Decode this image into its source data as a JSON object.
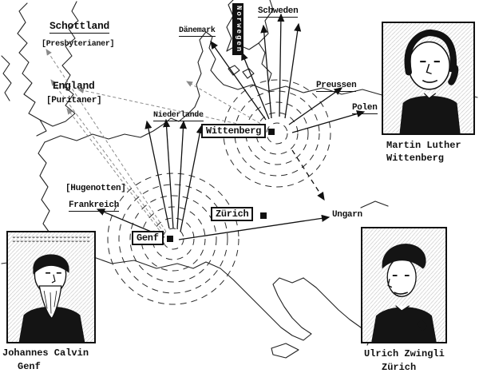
{
  "title": "Spread of the Reformation map",
  "labels": {
    "schottland": "Schottland",
    "presbyterianer": "[Presbyterianer]",
    "england": "England",
    "puritaner": "[Puritaner]",
    "daenemark": "Dänemark",
    "norwegen": "Norwegen",
    "schweden": "Schweden",
    "niederlande": "Niederlande",
    "preussen": "Preussen",
    "polen": "Polen",
    "hugenotten": "[Hugenotten]",
    "frankreich": "Frankreich",
    "ungarn": "Ungarn"
  },
  "centers": {
    "wittenberg": "Wittenberg",
    "zuerich": "Zürich",
    "genf": "Genf"
  },
  "portraits": {
    "luther": {
      "name": "Martin Luther",
      "place": "Wittenberg"
    },
    "calvin": {
      "name": "Johannes Calvin",
      "place": "Genf"
    },
    "zwingli": {
      "name": "Ulrich Zwingli",
      "place": "Zürich"
    }
  },
  "colors": {
    "ink": "#111111",
    "paper": "#ffffff",
    "faded": "#8a8a8a"
  }
}
